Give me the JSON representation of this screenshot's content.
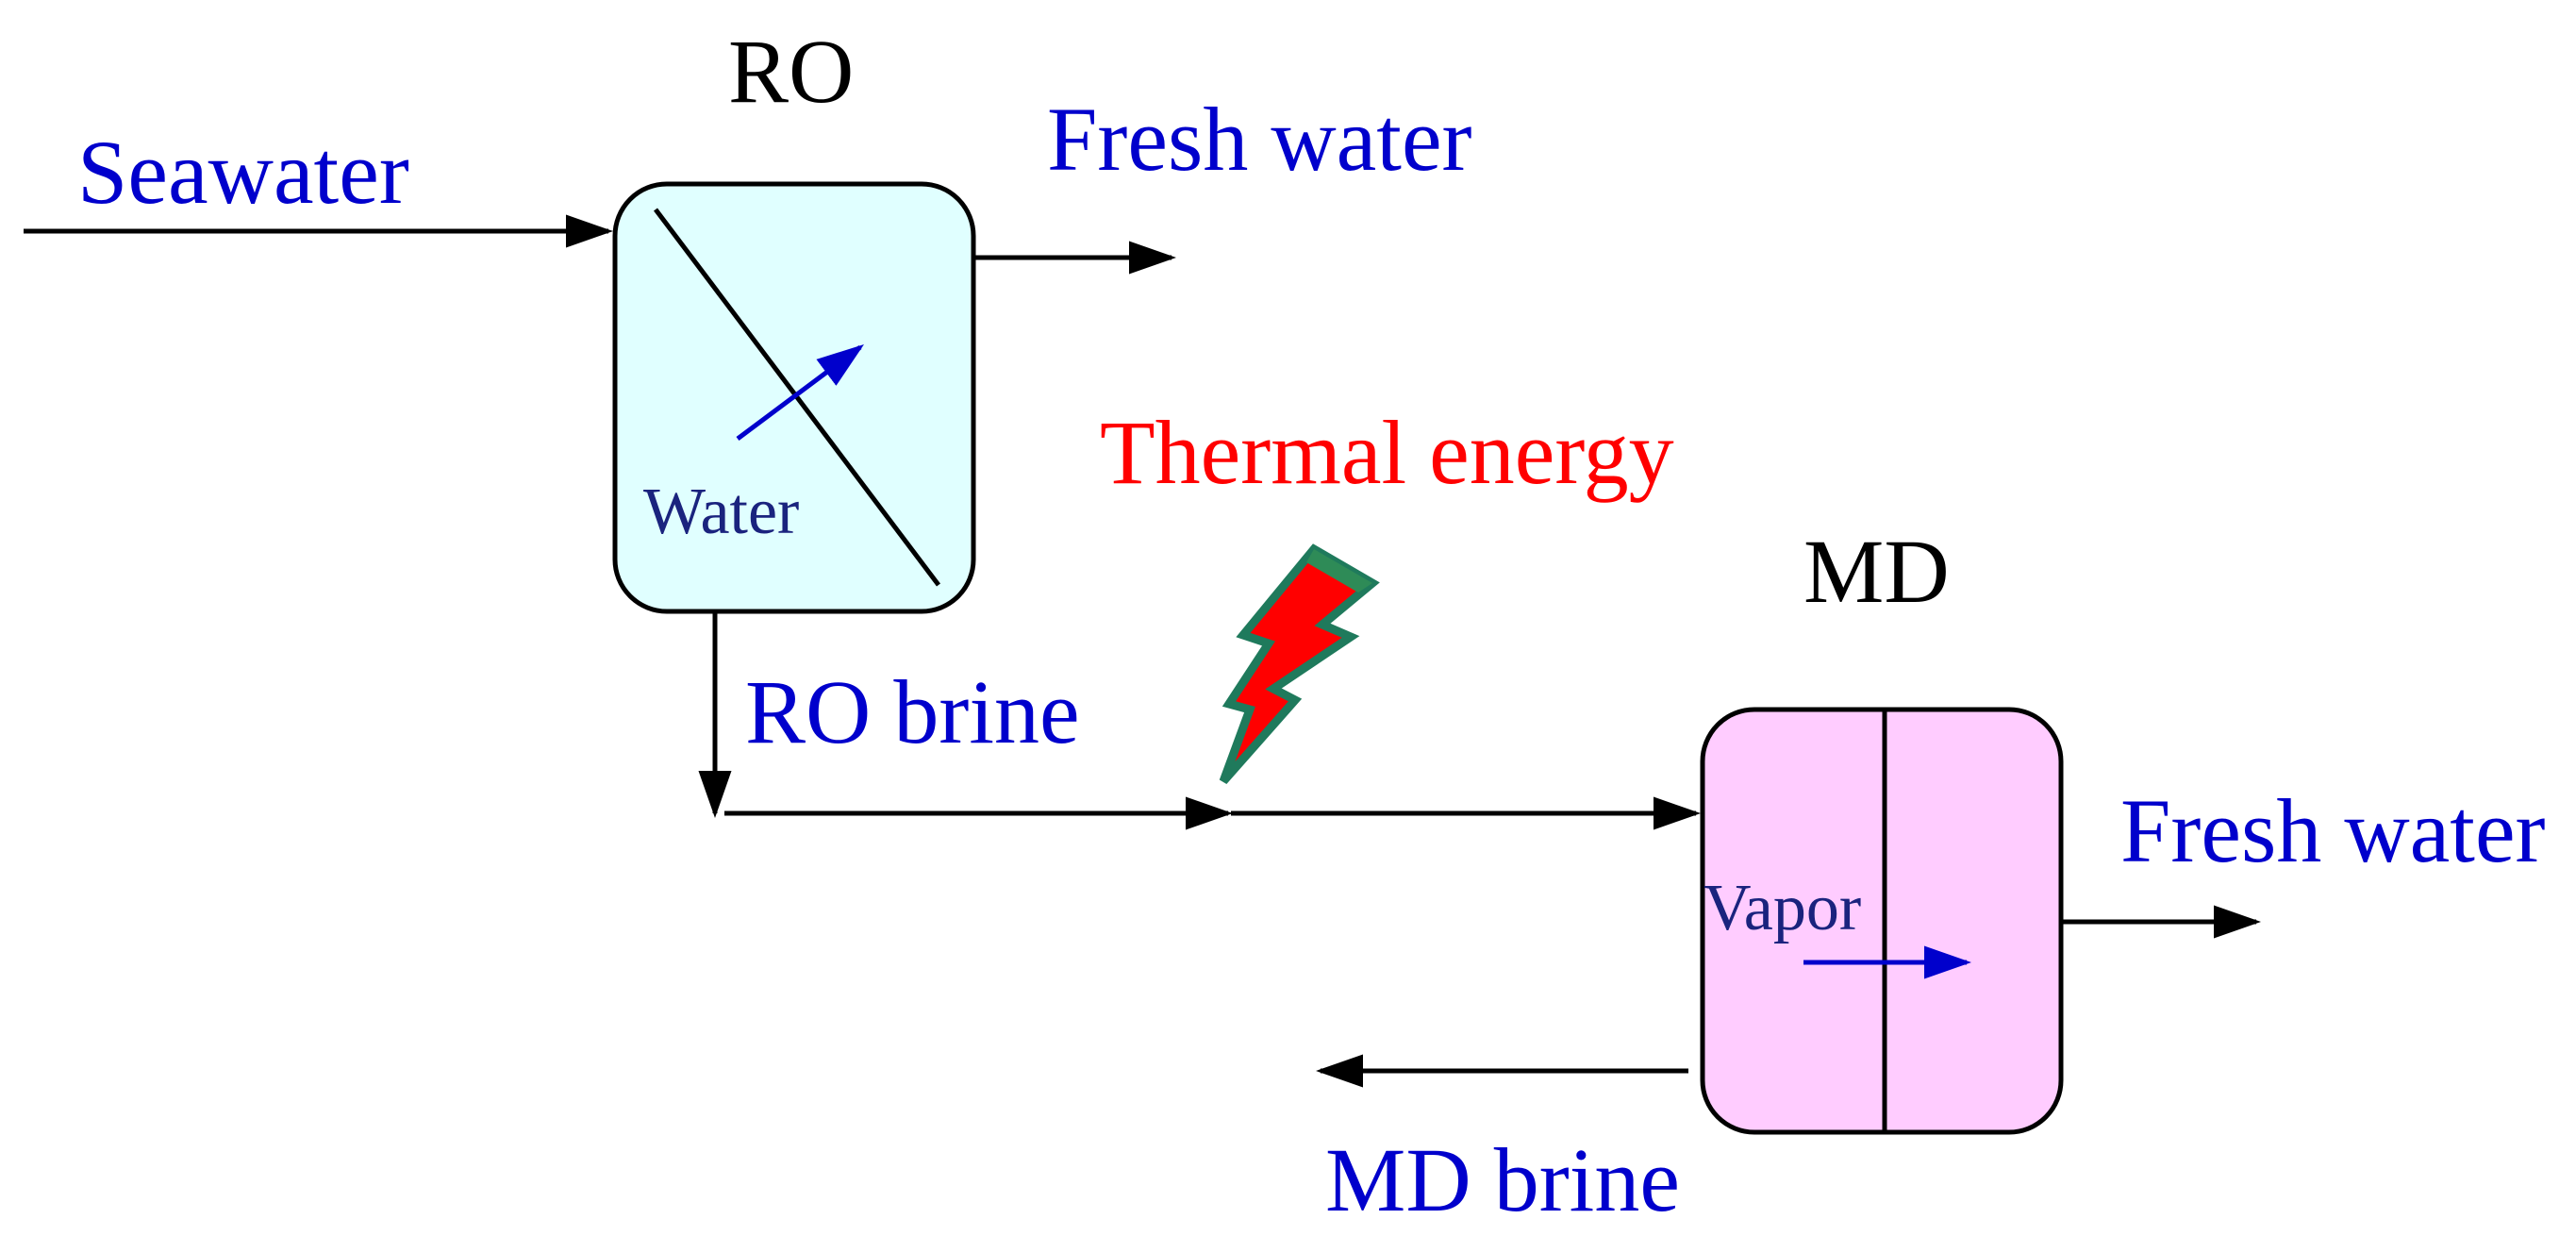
{
  "colors": {
    "flow_label": "#0000cc",
    "unit_label": "#000000",
    "energy_label": "#ff0000",
    "inner_label": "#1a237e",
    "line": "#000000",
    "ro_fill": "#e0ffff",
    "md_fill": "#ffccff",
    "transport_arrow": "#0000cc",
    "bolt_red": "#ff0000",
    "bolt_edge": "#1f7a5c"
  },
  "units": {
    "ro": {
      "title": "RO",
      "inner_label": "Water"
    },
    "md": {
      "title": "MD",
      "inner_label": "Vapor"
    }
  },
  "streams": {
    "seawater": "Seawater",
    "ro_fresh_water": "Fresh water",
    "ro_brine": "RO brine",
    "md_fresh_water": "Fresh water",
    "md_brine": "MD brine"
  },
  "energy": {
    "label": "Thermal energy",
    "icon": "lightning-bolt-icon"
  }
}
